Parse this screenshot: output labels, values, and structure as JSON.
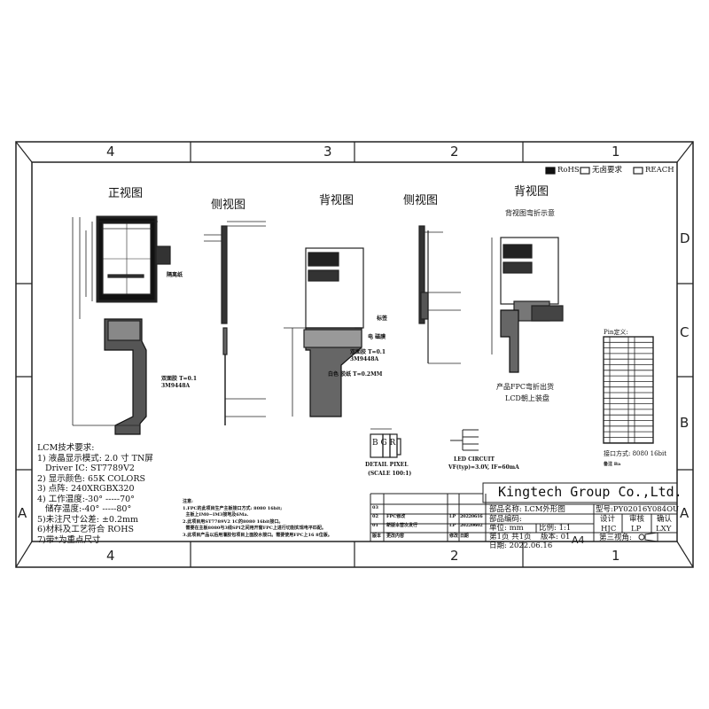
{
  "frame": {
    "columns_top": [
      "4",
      "3",
      "2",
      "1"
    ],
    "columns_bottom": [
      "4",
      "2",
      "1"
    ],
    "rows_right": [
      "D",
      "C",
      "B",
      "A"
    ],
    "rows_left": [
      "A"
    ]
  },
  "compliance": {
    "rohs": {
      "label": "RoHS",
      "checked": true
    },
    "halogen_free": {
      "label": "无卤要求",
      "checked": false
    },
    "reach": {
      "label": "REACH",
      "checked": false
    }
  },
  "views": {
    "front": "正视图",
    "side1": "侧视图",
    "back": "背视图",
    "side2": "侧视图",
    "back_bend": "背视图",
    "back_bend_caption": "背视图弯折示意",
    "fold_note_1": "产品FPC弯折出货",
    "fold_note_2": "LCD朝上装盘"
  },
  "annotations": {
    "front_iso_tape": "隔离纸",
    "front_stiffener": "双面胶 T=0.1",
    "front_stiffener_2": "3M9448A",
    "back_double_tape": "双面胶 T=0.1",
    "back_double_tape_2": "3M9448A",
    "back_white_tape": "白色 胶纸 T=0.2MM",
    "back_label": "电 磁膜",
    "side_mark": "标签"
  },
  "details": {
    "pixel_title": "DETAIL PIXEL",
    "pixel_scale": "(SCALE 100:1)",
    "pixel_letters": "B G R",
    "led_title": "LED CIRCUIT",
    "led_spec": "VF(typ)=3.0V, IF=60mA"
  },
  "pin_table": {
    "title": "Pin定义:",
    "interface": "接口方式: 8080 16bit",
    "notes": "备注 Ba"
  },
  "requirements": {
    "title": "LCM技术要求:",
    "items": [
      "1) 液晶显示模式: 2.0 寸 TN屏",
      "   Driver IC: ST7789V2",
      "2) 显示颜色: 65K COLORS",
      "3) 点阵: 240XRGBX320",
      "4) 工作温度:-30° -----70°",
      "   储存温度:-40° -----80°",
      "5)未注尺寸公差: ±0.2mm",
      "6)材料及工艺符合 ROHS",
      "7)带*为重点尺寸"
    ]
  },
  "notes": {
    "title": "注意:",
    "lines": [
      "1.FPC的此项目生产主板接口方式: 8080 16bit;",
      "  主板上IM0~IM3接地及6Ma.",
      "2.此项目用ST7789V2 1C的8080 16bit接口。",
      "  需要在主板8080与3线SPI之间用开窗FPC上进行切割实现电平匹配。",
      "3.此项目产品以后用灌胶包项目上面胶水接口。需要使用FPC上16 8位版。"
    ]
  },
  "title_block": {
    "company": "Kingtech Group Co.,Ltd.",
    "part_name": "部品名称: LCM外形图",
    "part_no": "型号:PY02016Y084OU",
    "part_code": "部品编码:",
    "design_label": "设计",
    "review_label": "审核",
    "confirm_label": "确认",
    "designer": "HJC",
    "reviewer": "LP",
    "confirmer": "LXY",
    "unit": "单位: mm",
    "scale": "比例: 1:1",
    "sheet": "第1页 共1页",
    "version": "版本: 01",
    "date": "日期: 2022.06.16",
    "paper": "A4",
    "projection": "第三视角:",
    "revisions": [
      {
        "ver": "03",
        "desc": "",
        "by": "",
        "date": ""
      },
      {
        "ver": "02",
        "desc": "FPC修改",
        "by": "LP",
        "date": "20220616"
      },
      {
        "ver": "01",
        "desc": "新版本首次发行",
        "by": "LP",
        "date": "20220602"
      }
    ],
    "rev_header": {
      "ver": "版本",
      "desc": "更改内容",
      "by": "修改",
      "date": "日期"
    }
  }
}
